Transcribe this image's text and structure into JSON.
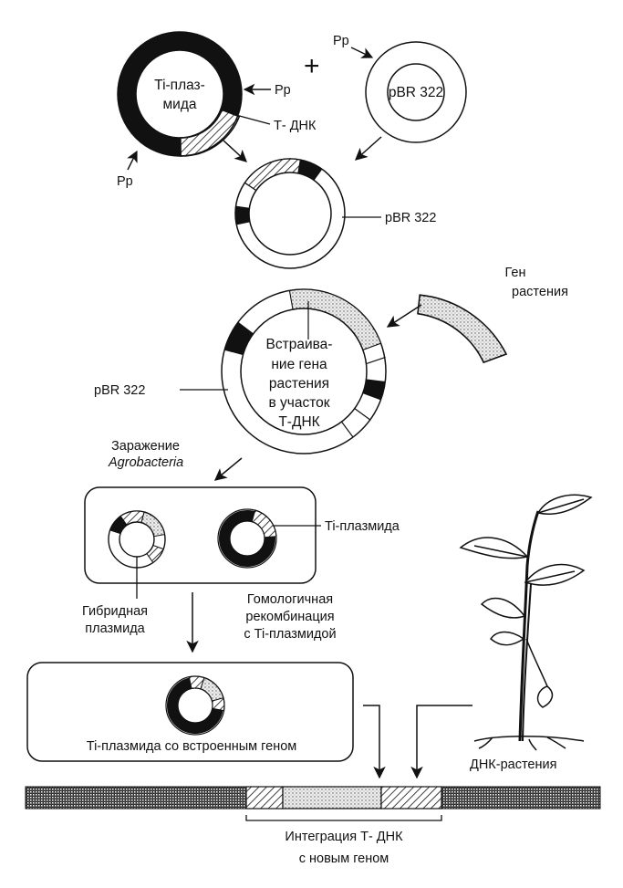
{
  "labels": {
    "ti_plasmid_top": [
      "Ti-плаз-",
      "мида"
    ],
    "pp_right": "Pp",
    "pp_left": "Pp",
    "pp_top": "Pp",
    "t_dna": "Т- ДНК",
    "pbr_top": "pBR 322",
    "pbr_fused": "pBR 322",
    "plant_gene": [
      "Ген",
      "растения"
    ],
    "insertion": [
      "Встраива-",
      "ние гена",
      "растения",
      "в участок",
      "Т-ДНК"
    ],
    "pbr_left": "pBR 322",
    "infection": "Заражение",
    "agrobacteria": "Agrobacteria",
    "ti_plasmid_box": "Ti-плазмида",
    "hybrid": [
      "Гибридная",
      "плазмида"
    ],
    "recombination": [
      "Гомологичная",
      "рекомбинация",
      "с Ti-плазмидой"
    ],
    "ti_with_gene": "Ti-плазмида со встроенным геном",
    "plant_dna": "ДНК-растения",
    "integration": [
      "Интеграция Т- ДНК",
      "с новым геном"
    ]
  },
  "symbols": {
    "plus": "+"
  },
  "colors": {
    "ink": "#111111",
    "background": "#ffffff",
    "dotted_fill": "#dddddd",
    "chromosome": "#333333"
  }
}
